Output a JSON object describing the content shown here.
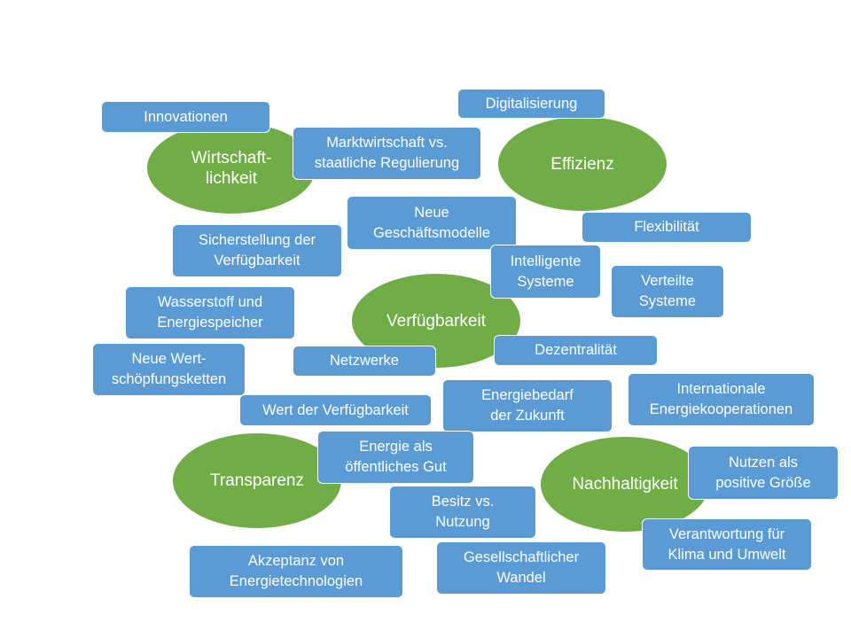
{
  "colors": {
    "ellipse": "#70ad47",
    "box": "#5b9bd5",
    "text": "#ffffff",
    "background": "#ffffff"
  },
  "ellipses": {
    "wirtschaftlichkeit": "Wirtschaft-\nlichkeit",
    "effizienz": "Effizienz",
    "verfuegbarkeit": "Verfügbarkeit",
    "transparenz": "Transparenz",
    "nachhaltigkeit": "Nachhaltigkeit"
  },
  "boxes": {
    "innovationen": "Innovationen",
    "digitalisierung": "Digitalisierung",
    "marktwirtschaft": "Marktwirtschaft vs.\nstaatliche Regulierung",
    "neue_geschaeftsmodelle": "Neue\nGeschäftsmodelle",
    "flexibilitaet": "Flexibilität",
    "sicherstellung": "Sicherstellung der\nVerfügbarkeit",
    "intelligente_systeme": "Intelligente\nSysteme",
    "verteilte_systeme": "Verteilte\nSysteme",
    "wasserstoff": "Wasserstoff und\nEnergiespeicher",
    "neue_wertschoepfung": "Neue Wert-\nschöpfungsketten",
    "netzwerke": "Netzwerke",
    "dezentralitaet": "Dezentralität",
    "wert_verfuegbarkeit": "Wert der Verfügbarkeit",
    "energiebedarf": "Energiebedarf\nder Zukunft",
    "internationale": "Internationale\nEnergiekooperationen",
    "energie_oeffentlich": "Energie als\nöffentliches Gut",
    "nutzen": "Nutzen als\npositive Größe",
    "besitz": "Besitz vs.\nNutzung",
    "verantwortung": "Verantwortung für\nKlima und Umwelt",
    "akzeptanz": "Akzeptanz von\nEnergietechnologien",
    "gesellschaftlich": "Gesellschaftlicher\nWandel"
  }
}
